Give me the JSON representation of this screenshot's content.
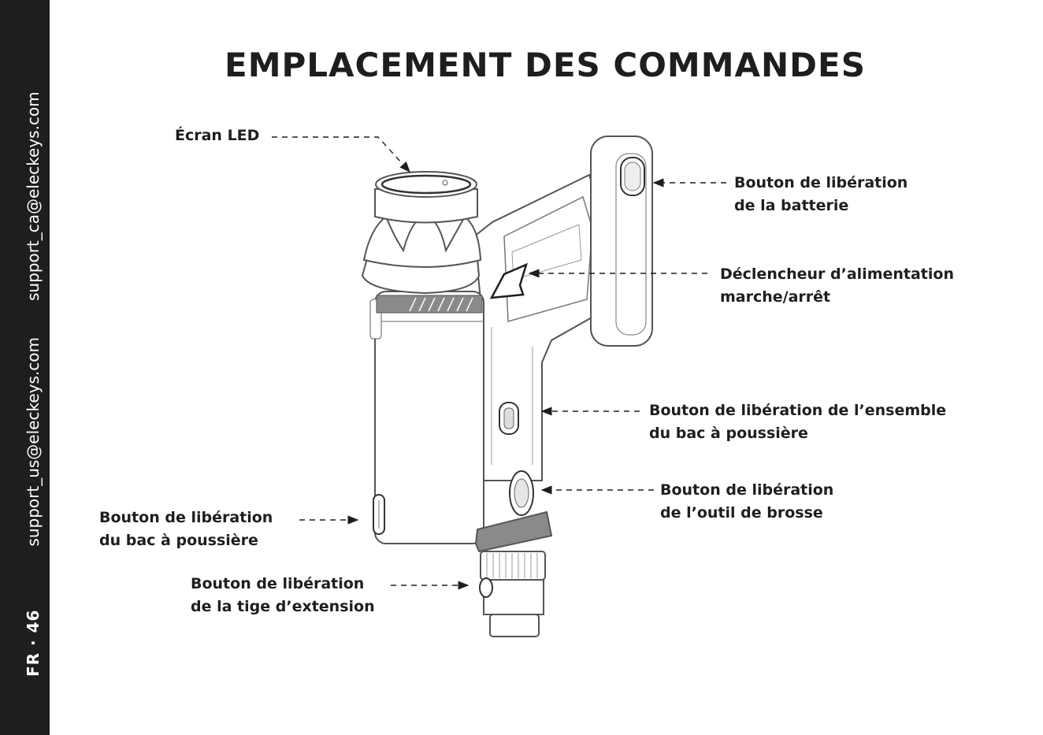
{
  "page": {
    "label": "FR · 46",
    "email_us": "support_us@eleckeys.com",
    "email_ca": "support_ca@eleckeys.com",
    "title": "EMPLACEMENT DES COMMANDES"
  },
  "diagram": {
    "subject": "vacuum-handheld-unit",
    "callouts": [
      {
        "id": "led-screen",
        "lines": [
          "Écran LED"
        ]
      },
      {
        "id": "battery-release",
        "lines": [
          "Bouton de libération",
          "de la batterie"
        ]
      },
      {
        "id": "power-trigger",
        "lines": [
          "Déclencheur d’alimentation",
          "marche/arrêt"
        ]
      },
      {
        "id": "dust-assembly-release",
        "lines": [
          "Bouton de libération de l’ensemble",
          "du bac à poussière"
        ]
      },
      {
        "id": "brush-tool-release",
        "lines": [
          "Bouton de libération",
          "de l’outil de brosse"
        ]
      },
      {
        "id": "dust-bin-release",
        "lines": [
          "Bouton de libération",
          "du bac à poussière"
        ]
      },
      {
        "id": "extension-rod-release",
        "lines": [
          "Bouton de libération",
          "de la tige d’extension"
        ]
      }
    ]
  },
  "colors": {
    "sidebar": "#1e1e1e",
    "text": "#1e1e1e",
    "outline": "#555555",
    "band": "#8a8a8a"
  }
}
